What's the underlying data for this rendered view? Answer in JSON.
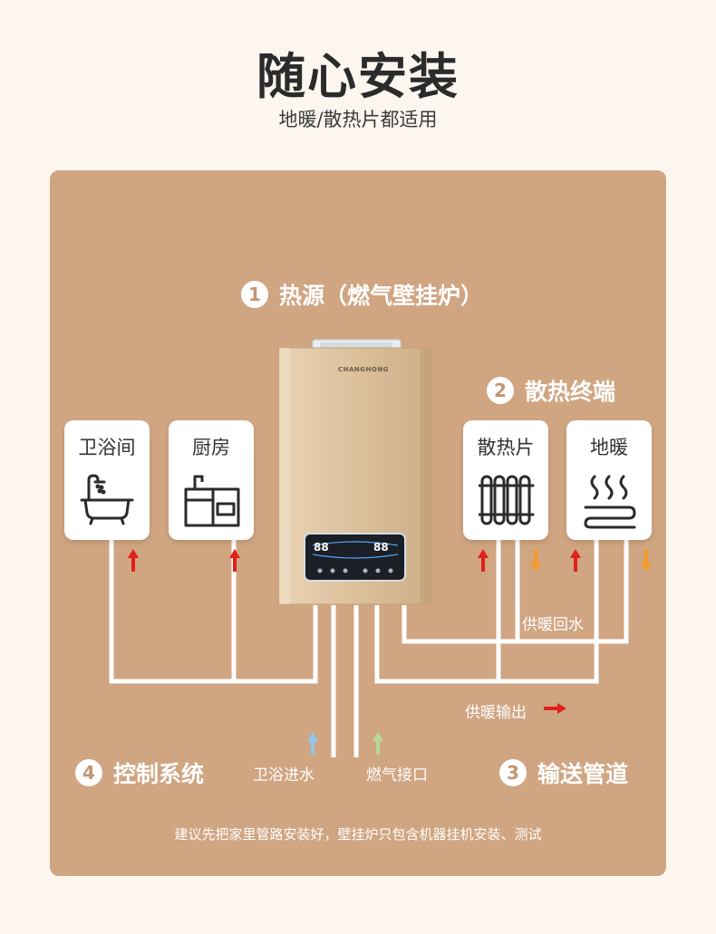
{
  "header": {
    "title": "随心安装",
    "subtitle": "地暖/散热片都适用"
  },
  "heat_source": {
    "number": "1",
    "label": "热源（燃气壁挂炉）"
  },
  "radiator_end": {
    "number": "2",
    "label": "散热终端"
  },
  "pipeline": {
    "number": "3",
    "label": "输送管道"
  },
  "control": {
    "number": "4",
    "label": "控制系统"
  },
  "cards": {
    "bathroom": "卫浴间",
    "kitchen": "厨房",
    "radiator": "散热片",
    "floor_heating": "地暖"
  },
  "boiler": {
    "brand": "CHANGHONG",
    "display_left": "88",
    "display_right": "88"
  },
  "pipe_labels": {
    "heating_return": "供暖回水",
    "heating_output": "供暖输出",
    "bath_water_in": "卫浴进水",
    "gas_interface": "燃气接口"
  },
  "footer_note": "建议先把家里管路安装好，壁挂炉只包含机器挂机安装、测试",
  "colors": {
    "panel": "#d0a581",
    "pipe": "#ffffff",
    "arrow_red": "#e0201b",
    "arrow_orange": "#f39a2a",
    "arrow_blue": "#8ec8ee",
    "arrow_green": "#b4d99a"
  }
}
